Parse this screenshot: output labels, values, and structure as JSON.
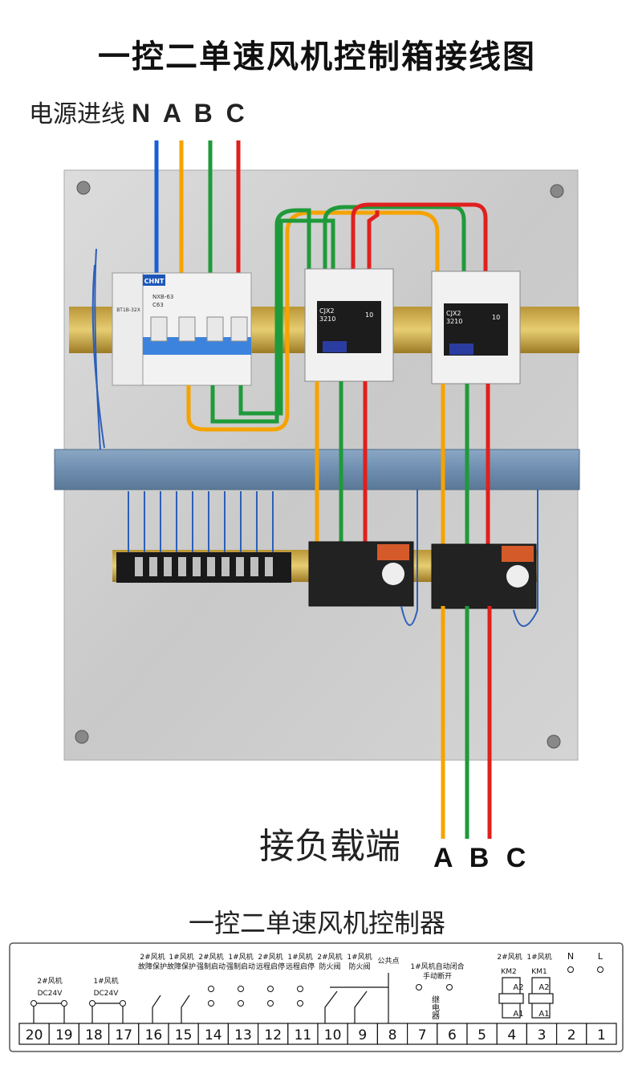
{
  "title": "一控二单速风机控制箱接线图",
  "power_in": {
    "label": "电源进线",
    "phases": "N A B C"
  },
  "load": {
    "label": "接负载端",
    "phases": "A B C"
  },
  "breaker": {
    "brand": "CHNT",
    "model": "NXB-63",
    "rating": "C63"
  },
  "spd_label": "BT1B-32X",
  "contactors": [
    {
      "model": "CJX2",
      "code": "3210",
      "aux": "10"
    },
    {
      "model": "CJX2",
      "code": "3210",
      "aux": "10"
    }
  ],
  "wire_colors": {
    "N": "#1a5fd6",
    "A": "#f5a300",
    "B": "#1f9a3a",
    "C": "#e0201e"
  },
  "controller": {
    "title": "一控二单速风机控制器",
    "terminals": [
      "20",
      "19",
      "18",
      "17",
      "16",
      "15",
      "14",
      "13",
      "12",
      "11",
      "10",
      "9",
      "8",
      "7",
      "6",
      "5",
      "4",
      "3",
      "2",
      "1"
    ],
    "labels": {
      "fan2_dc": "2#风机",
      "fan2_dc_v": "DC24V",
      "fan1_dc": "1#风机",
      "fan1_dc_v": "DC24V",
      "t16_a": "2#风机",
      "t16_b": "故障保护",
      "t15_a": "1#风机",
      "t15_b": "故障保护",
      "t14_a": "2#风机",
      "t14_b": "强制启动",
      "t13_a": "1#风机",
      "t13_b": "强制启动",
      "t12_a": "2#风机",
      "t12_b": "远程启停",
      "t11_a": "1#风机",
      "t11_b": "远程启停",
      "t10_a": "2#风机",
      "t10_b": "防火阀",
      "t9_a": "1#风机",
      "t9_b": "防火阀",
      "common": "公共点",
      "auto_a": "1#风机自动闭合",
      "auto_b": "手动断开",
      "relay": "继电器",
      "km_fan2": "2#风机",
      "km_fan1": "1#风机",
      "km2": "KM2",
      "km1": "KM1",
      "a2": "A2",
      "a1": "A1",
      "n": "N",
      "l": "L"
    }
  }
}
